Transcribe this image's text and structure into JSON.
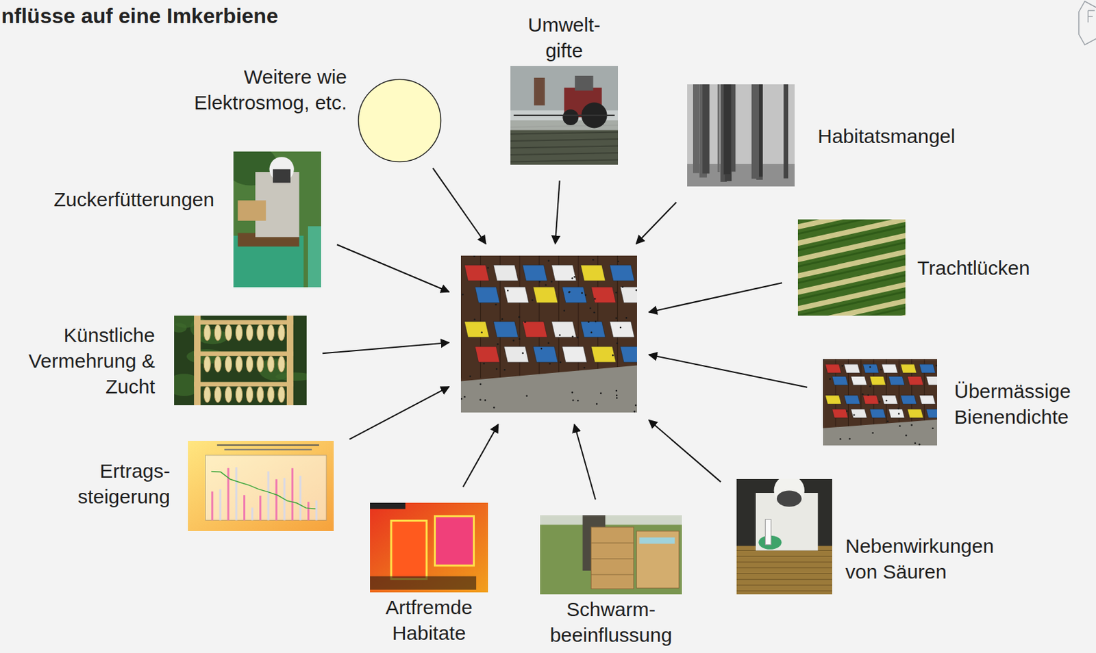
{
  "diagram": {
    "title": "nflüsse auf eine Imkerbiene",
    "nodes": [
      {
        "text": [
          "Umwelt- gifte"
        ]
      },
      {
        "text": [
          "Weitere wie Elektrosmog, etc."
        ]
      },
      {
        "text": [
          "Habitatsmangel"
        ]
      },
      {
        "text": [
          "Zuckerfütterungen"
        ]
      },
      {
        "text": [
          "Trachtlücken"
        ]
      },
      {
        "text": []
      },
      {
        "text": [
          "Künstliche Vermehrung & Zucht"
        ]
      },
      {
        "text": [
          "Übermässige Bienendichte"
        ]
      },
      {
        "text": [
          "Ertrags- steigerung"
        ]
      },
      {
        "text": [
          "Nebenwirkungen von Säuren"
        ]
      },
      {
        "text": [
          "Artfremde Habitate"
        ]
      },
      {
        "text": [
          "Schwarm- beeinflussung"
        ]
      }
    ],
    "edges": [
      {
        "from": 0,
        "to": 5,
        "arrow": "to"
      },
      {
        "from": 1,
        "to": 5,
        "arrow": "to"
      },
      {
        "from": 2,
        "to": 5,
        "arrow": "to"
      },
      {
        "from": 3,
        "to": 5,
        "arrow": "to"
      },
      {
        "from": 4,
        "to": 5,
        "arrow": "to"
      },
      {
        "from": 6,
        "to": 5,
        "arrow": "to"
      },
      {
        "from": 7,
        "to": 5,
        "arrow": "to"
      },
      {
        "from": 8,
        "to": 5,
        "arrow": "to"
      },
      {
        "from": 9,
        "to": 5,
        "arrow": "to"
      },
      {
        "from": 10,
        "to": 5,
        "arrow": "to"
      },
      {
        "from": 11,
        "to": 5,
        "arrow": "to"
      }
    ]
  }
}
